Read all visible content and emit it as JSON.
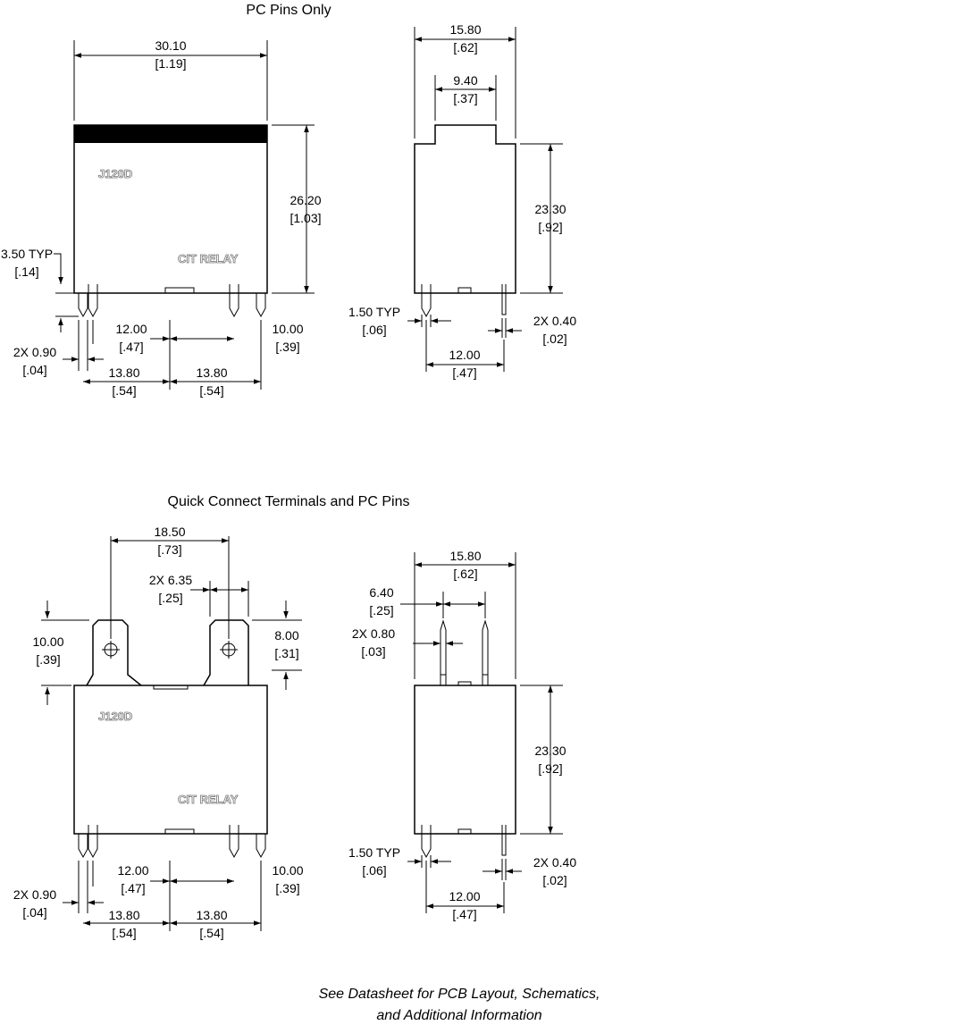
{
  "titles": {
    "top": "PC Pins Only",
    "bottom": "Quick Connect Terminals and PC Pins"
  },
  "markings": {
    "model": "J120D",
    "brand": "CIT RELAY"
  },
  "top_front": {
    "width": [
      "30.10",
      "[1.19]"
    ],
    "height": [
      "26.20",
      "[1.03]"
    ],
    "pin_len": [
      "3.50 TYP",
      "[.14]"
    ],
    "pin_w": [
      "2X 0.90",
      "[.04]"
    ],
    "span_a": [
      "12.00",
      "[.47]"
    ],
    "span_b": [
      "10.00",
      "[.39]"
    ],
    "pitch_l": [
      "13.80",
      "[.54]"
    ],
    "pitch_r": [
      "13.80",
      "[.54]"
    ]
  },
  "top_side": {
    "width": [
      "15.80",
      "[.62]"
    ],
    "step": [
      "9.40",
      "[.37]"
    ],
    "height": [
      "23.30",
      "[.92]"
    ],
    "pin_typ": [
      "1.50 TYP",
      "[.06]"
    ],
    "pin_t": [
      "2X 0.40",
      "[.02]"
    ],
    "pitch": [
      "12.00",
      "[.47]"
    ]
  },
  "bottom_front": {
    "qc_pitch": [
      "18.50",
      "[.73]"
    ],
    "qc_w": [
      "2X 6.35",
      "[.25]"
    ],
    "qc_h_l": [
      "10.00",
      "[.39]"
    ],
    "qc_h_r": [
      "8.00",
      "[.31]"
    ],
    "pin_w": [
      "2X 0.90",
      "[.04]"
    ],
    "span_a": [
      "12.00",
      "[.47]"
    ],
    "span_b": [
      "10.00",
      "[.39]"
    ],
    "pitch_l": [
      "13.80",
      "[.54]"
    ],
    "pitch_r": [
      "13.80",
      "[.54]"
    ]
  },
  "bottom_side": {
    "width": [
      "15.80",
      "[.62]"
    ],
    "qc_pitch": [
      "6.40",
      "[.25]"
    ],
    "qc_t": [
      "2X 0.80",
      "[.03]"
    ],
    "height": [
      "23.30",
      "[.92]"
    ],
    "pin_typ": [
      "1.50 TYP",
      "[.06]"
    ],
    "pin_t": [
      "2X 0.40",
      "[.02]"
    ],
    "pitch": [
      "12.00",
      "[.47]"
    ]
  },
  "footer": {
    "line1": "See Datasheet for PCB Layout, Schematics,",
    "line2": "and Additional Information"
  }
}
